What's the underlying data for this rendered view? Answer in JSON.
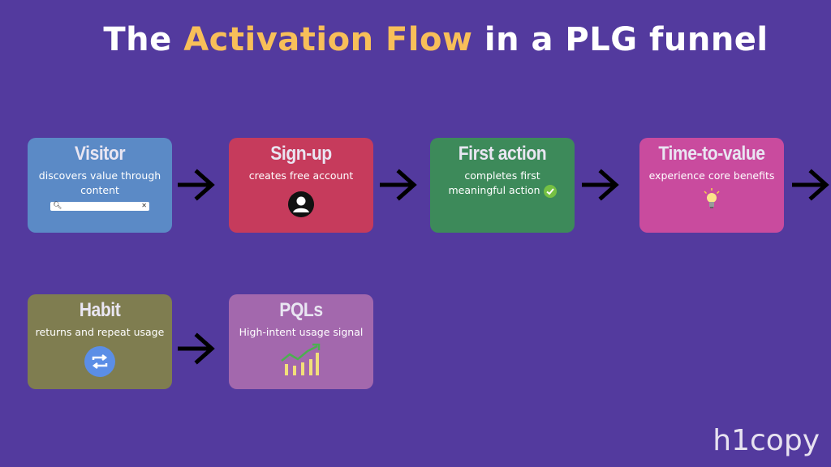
{
  "title": {
    "part1": "The ",
    "highlight": "Activation Flow",
    "part2": " in a PLG funnel"
  },
  "stages": [
    {
      "title": "Visitor",
      "desc": "discovers value through content",
      "color": "#5b8ac6",
      "icon": "search-bar-icon"
    },
    {
      "title": "Sign-up",
      "desc": "creates free account",
      "color": "#c63b5c",
      "icon": "user-avatar-icon"
    },
    {
      "title": "First action",
      "desc": "completes first meaningful action",
      "color": "#3d8a5a",
      "icon": "check-icon"
    },
    {
      "title": "Time-to-value",
      "desc": "experience core benefits",
      "color": "#c94b9e",
      "icon": "lightbulb-icon"
    },
    {
      "title": "Habit",
      "desc": "returns and repeat usage",
      "color": "#7f7d50",
      "icon": "repeat-icon"
    },
    {
      "title": "PQLs",
      "desc": "High-intent usage signal",
      "color": "#a368ad",
      "icon": "growth-bars-icon"
    }
  ],
  "brand": "h1copy"
}
